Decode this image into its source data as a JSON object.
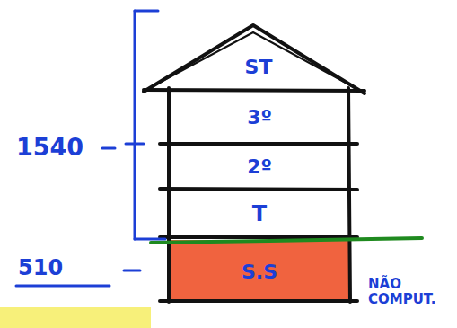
{
  "diagram": {
    "nodes": [
      {
        "text": [
          "ST"
        ]
      },
      {
        "text": [
          "3º"
        ]
      },
      {
        "text": [
          "2º"
        ]
      },
      {
        "text": [
          "T"
        ]
      },
      {
        "text": [
          "S.S"
        ]
      }
    ],
    "labels": [
      "1540",
      "510",
      "NÃO COMPUT."
    ]
  }
}
